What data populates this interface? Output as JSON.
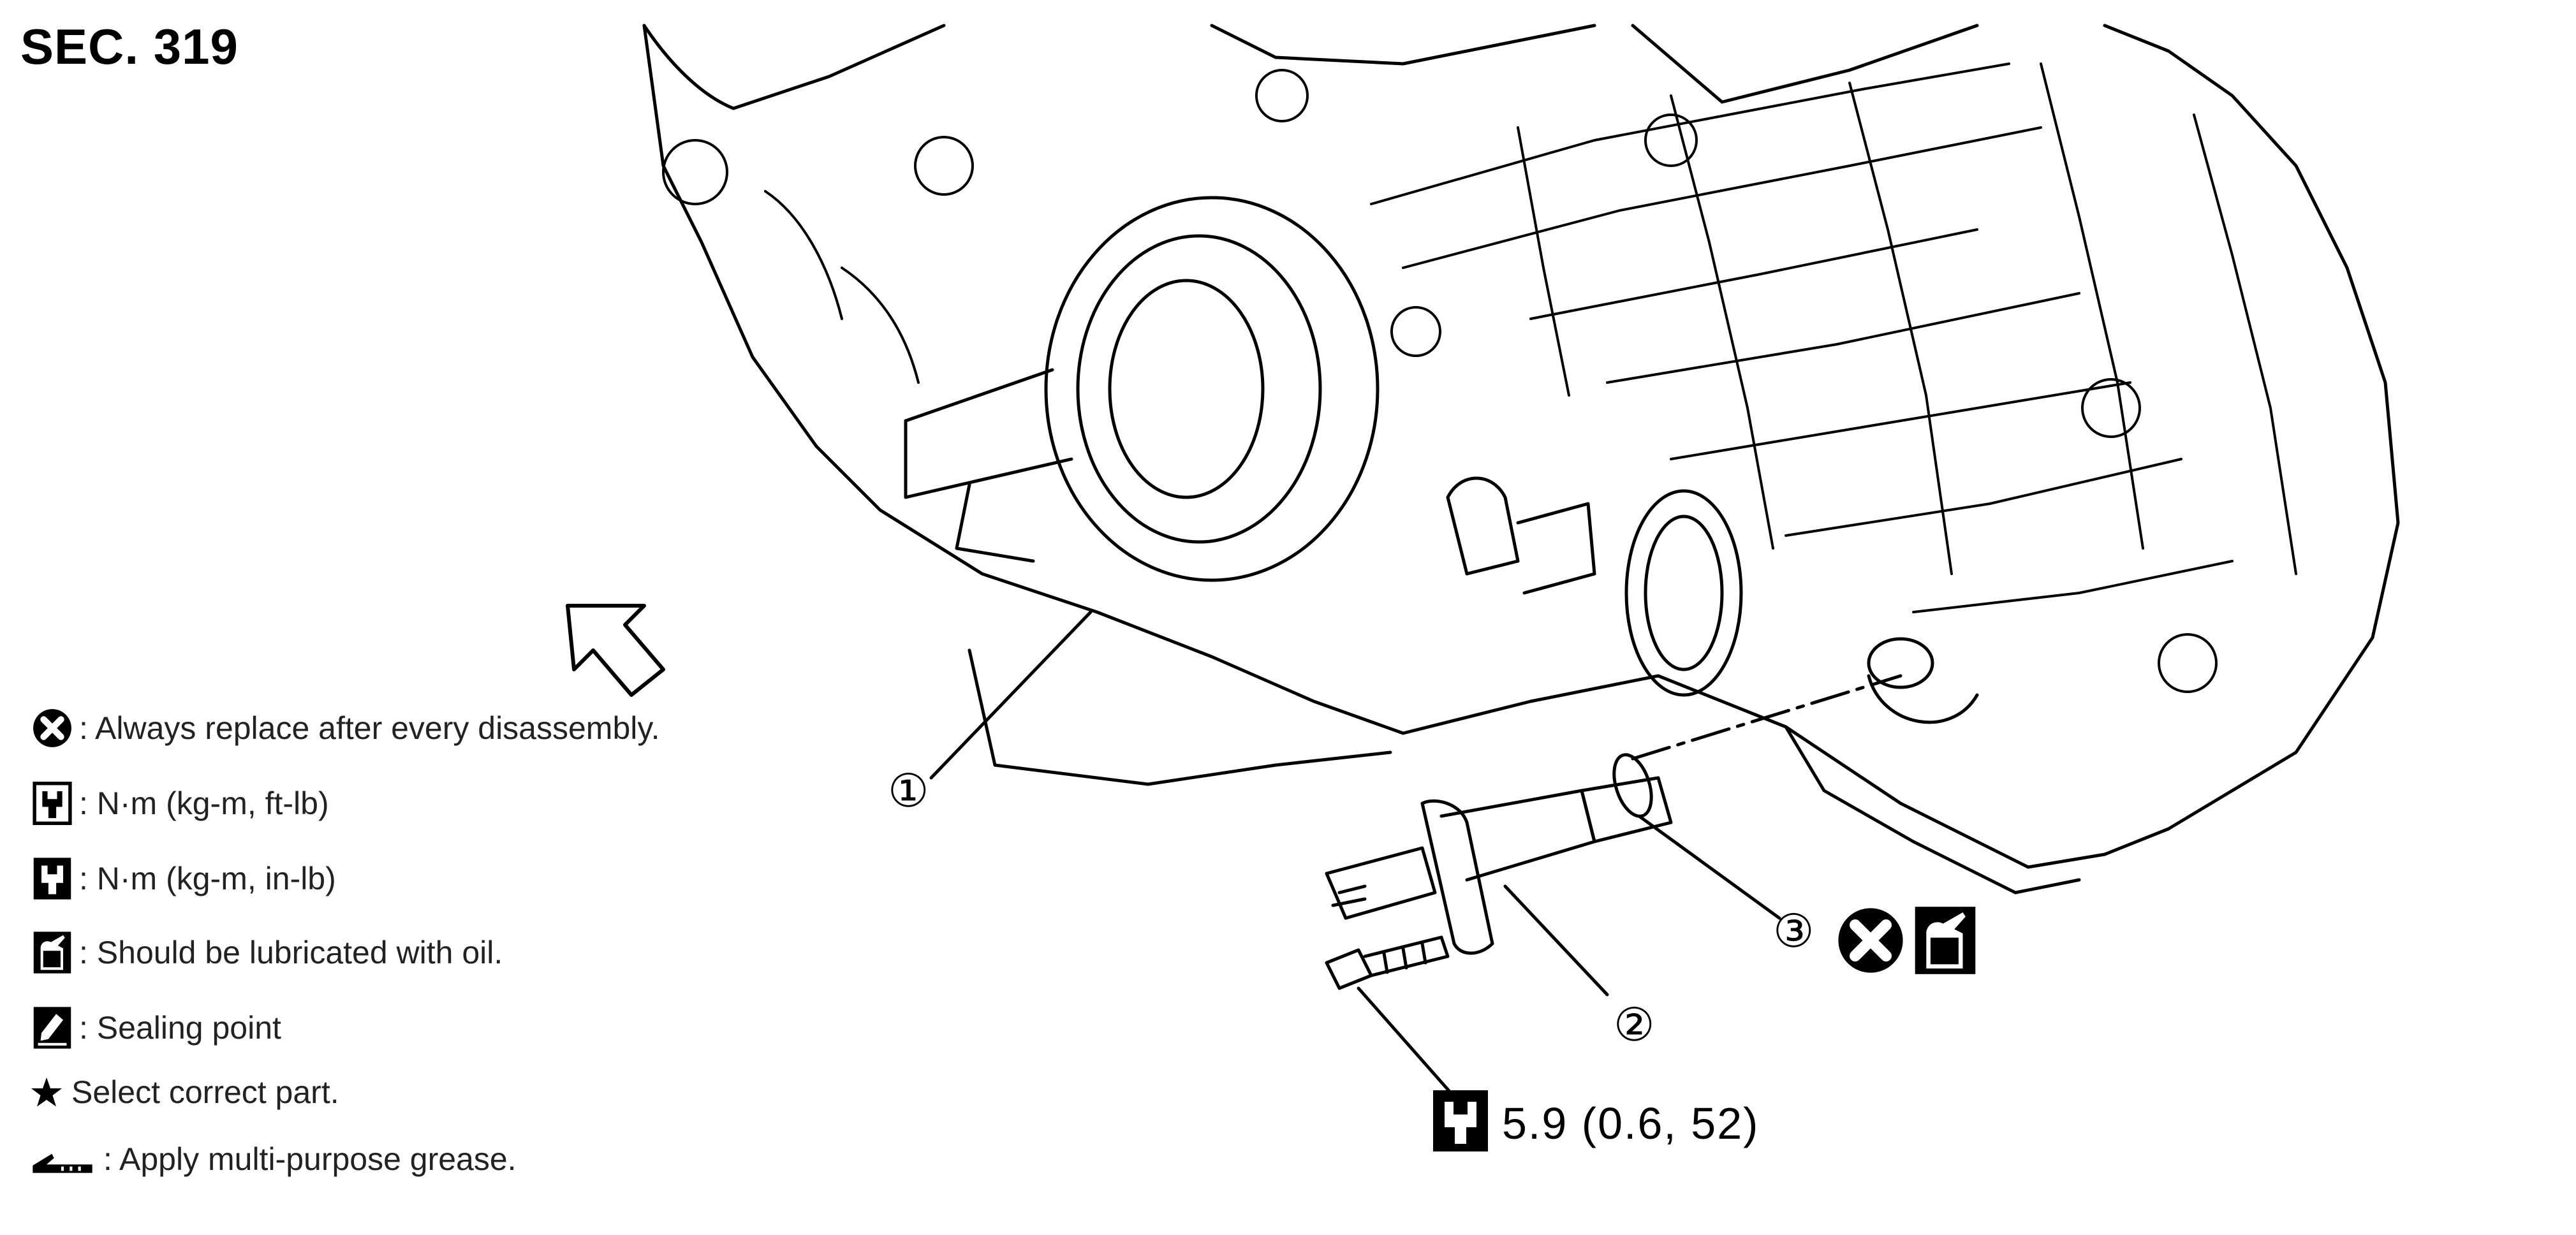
{
  "section": "SEC. 319",
  "legend": [
    {
      "icon": "replace-x-icon",
      "text": ": Always replace after every disassembly."
    },
    {
      "icon": "torque-ftlb-icon",
      "text": ": N·m (kg-m, ft-lb)"
    },
    {
      "icon": "torque-inlb-icon",
      "text": ": N·m (kg-m, in-lb)"
    },
    {
      "icon": "oil-can-icon",
      "text": ": Should be lubricated with oil."
    },
    {
      "icon": "sealing-point-icon",
      "text": ": Sealing point"
    },
    {
      "icon": "star-icon",
      "text": "Select correct part."
    },
    {
      "icon": "grease-gun-icon",
      "text": ": Apply multi-purpose grease."
    }
  ],
  "callouts": {
    "part1": "①",
    "part2": "②",
    "part3": "③"
  },
  "torque": {
    "value": "5.9 (0.6, 52)"
  },
  "colors": {
    "line": "#000000",
    "background": "#ffffff"
  }
}
